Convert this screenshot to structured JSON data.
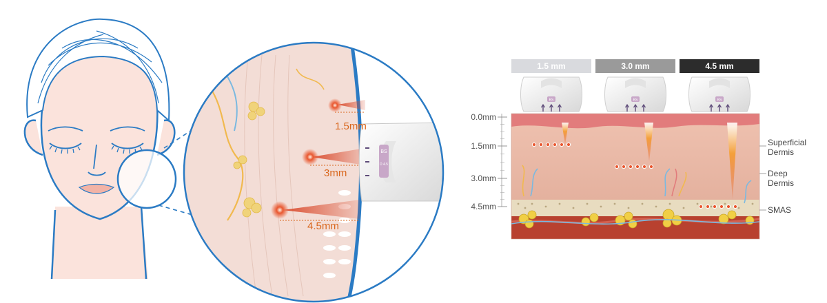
{
  "zoom_callout": {
    "depth_labels": [
      "1.5mm",
      "3mm",
      "4.5mm"
    ],
    "cartridge_badge": "BS",
    "cartridge_small_text": "D 4.5"
  },
  "cartridge_tabs": [
    {
      "label": "1.5 mm",
      "color": "#d9dade"
    },
    {
      "label": "3.0 mm",
      "color": "#9a9a9a"
    },
    {
      "label": "4.5 mm",
      "color": "#2c2c2c"
    }
  ],
  "cartridge_badge": "BS",
  "depth_axis": [
    "0.0mm",
    "1.5mm",
    "3.0mm",
    "4.5mm"
  ],
  "layer_labels": {
    "superficial": [
      "Superficial",
      "Dermis"
    ],
    "deep": [
      "Deep",
      "Dermis"
    ],
    "smas": "SMAS"
  },
  "colors": {
    "line_blue": "#2b7bc4",
    "accent_orange": "#d9671d",
    "skin_pink": "#f7d7cf",
    "dermis": "#e8b4a2",
    "epidermis": "#e27c7c"
  }
}
